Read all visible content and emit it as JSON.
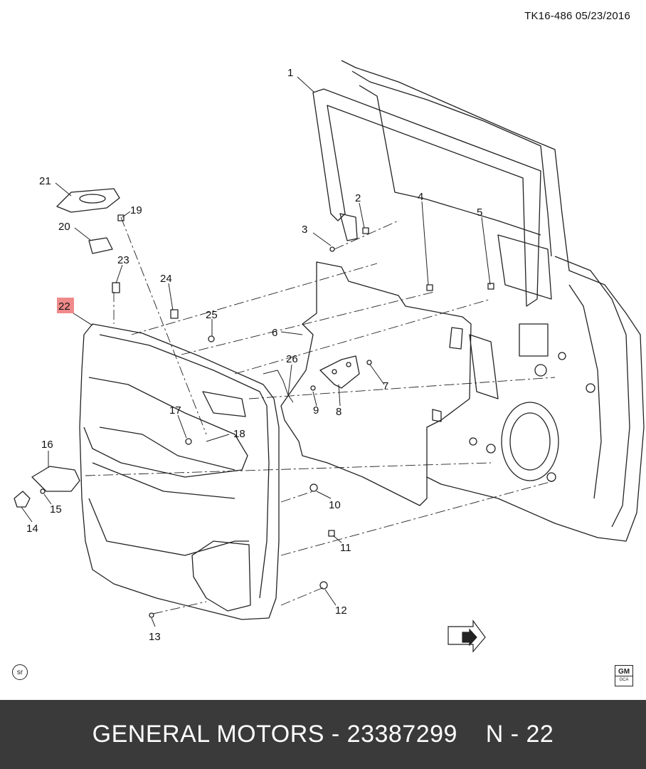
{
  "header": {
    "ref_date": "TK16-486  05/23/2016"
  },
  "callouts": [
    {
      "num": "1"
    },
    {
      "num": "2"
    },
    {
      "num": "3"
    },
    {
      "num": "4"
    },
    {
      "num": "5"
    },
    {
      "num": "6"
    },
    {
      "num": "7"
    },
    {
      "num": "8"
    },
    {
      "num": "9"
    },
    {
      "num": "10"
    },
    {
      "num": "11"
    },
    {
      "num": "12"
    },
    {
      "num": "13"
    },
    {
      "num": "14"
    },
    {
      "num": "15"
    },
    {
      "num": "16"
    },
    {
      "num": "17"
    },
    {
      "num": "18"
    },
    {
      "num": "19"
    },
    {
      "num": "20"
    },
    {
      "num": "21"
    },
    {
      "num": "22",
      "highlight_color": "#f08a8a"
    },
    {
      "num": "23"
    },
    {
      "num": "24"
    },
    {
      "num": "25"
    },
    {
      "num": "26"
    }
  ],
  "badges": {
    "sr": "sr",
    "gm_top": "GM",
    "gm_bottom": "GCA"
  },
  "footer": {
    "label": "GENERAL MOTORS - 23387299    N - 22"
  },
  "colors": {
    "line": "#222222",
    "footer_bg": "#3a3a3a",
    "highlight": "#f08a8a"
  }
}
